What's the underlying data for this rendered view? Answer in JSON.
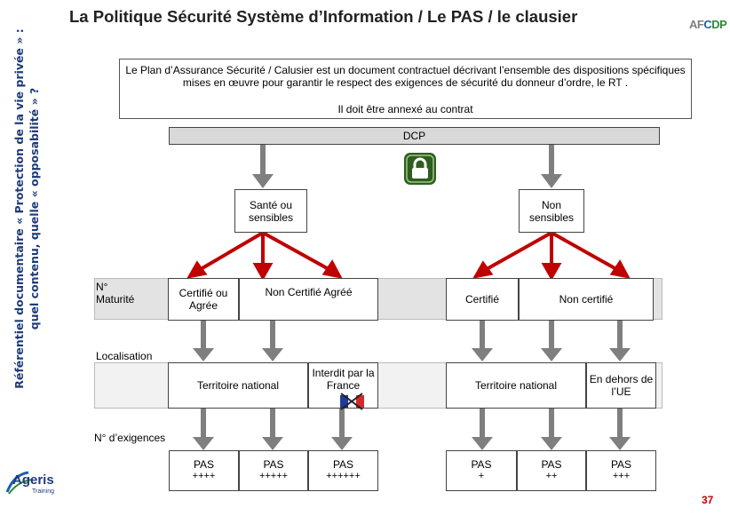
{
  "side_title": {
    "line1": "Référentiel documentaire « Protection de la vie privée » :",
    "line2": "quel contenu, quelle « opposabilité » ?"
  },
  "title": "La Politique Sécurité Système d’Information / Le PAS / le clausier",
  "logo_top": {
    "part1": "AF",
    "part2": "C",
    "part3": "DP"
  },
  "intro": {
    "text": "Le Plan d’Assurance Sécurité / Calusier est un document contractuel décrivant l’ensemble des dispositions spécifiques mises en œuvre pour garantir le respect  des exigences de sécurité du donneur d’ordre, le RT .",
    "annex": "Il doit être annexé au contrat"
  },
  "dcp": "DCP",
  "icons": {
    "lock": "padlock-icon",
    "flag": "french-flag-crossed-icon"
  },
  "sensitivity": {
    "sensitive": "Santé ou sensibles",
    "non_sensitive": "Non sensibles"
  },
  "rows": {
    "maturity": "N° Maturité",
    "localisation": "Localisation",
    "requirements": "N° d’exigences"
  },
  "certification": {
    "certified_sensitive": "Certifié ou Agrée",
    "not_certified_sensitive": "Non Certifié Agréé",
    "certified": "Certifié",
    "not_certified": "Non certifié"
  },
  "location": {
    "national_1": "Territoire national",
    "forbidden_france": "Interdit par la France",
    "national_2": "Territoire national",
    "outside_eu": "En dehors de l’UE"
  },
  "pas": [
    {
      "label": "PAS",
      "level": "++++"
    },
    {
      "label": "PAS",
      "level": "+++++"
    },
    {
      "label": "PAS",
      "level": "++++++"
    },
    {
      "label": "PAS",
      "level": "+"
    },
    {
      "label": "PAS",
      "level": "++"
    },
    {
      "label": "PAS",
      "level": "+++"
    }
  ],
  "footer": {
    "logo_name": "Ageris",
    "logo_sub": "Training",
    "page_number": "37"
  },
  "colors": {
    "arrow_red": "#c00000",
    "arrow_gray": "#7f7f7f",
    "title_blue": "#1f3c7a",
    "lock_green": "#2e5e1e"
  }
}
